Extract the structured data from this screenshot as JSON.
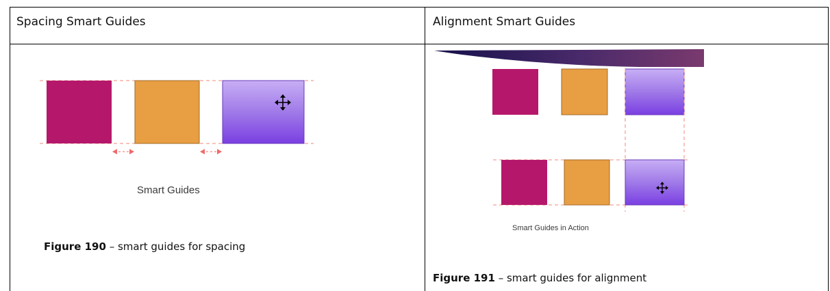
{
  "table": {
    "headers": [
      "Spacing Smart Guides",
      "Alignment Smart Guides"
    ]
  },
  "left_figure": {
    "label": "Smart Guides",
    "caption_bold": "Figure 190",
    "caption_rest": " – smart guides for spacing"
  },
  "right_figure": {
    "label": "Smart Guides in Action",
    "caption_bold": "Figure 191",
    "caption_rest": " – smart guides for alignment"
  },
  "colors": {
    "magenta": "#b5186b",
    "orange": "#e89e42",
    "purple_top": "#c3a7f3",
    "purple_bottom": "#7b3fe0",
    "guide": "#f08a78"
  },
  "icons": [
    "move-cursor-icon",
    "arrow-left-icon",
    "arrow-right-icon"
  ]
}
